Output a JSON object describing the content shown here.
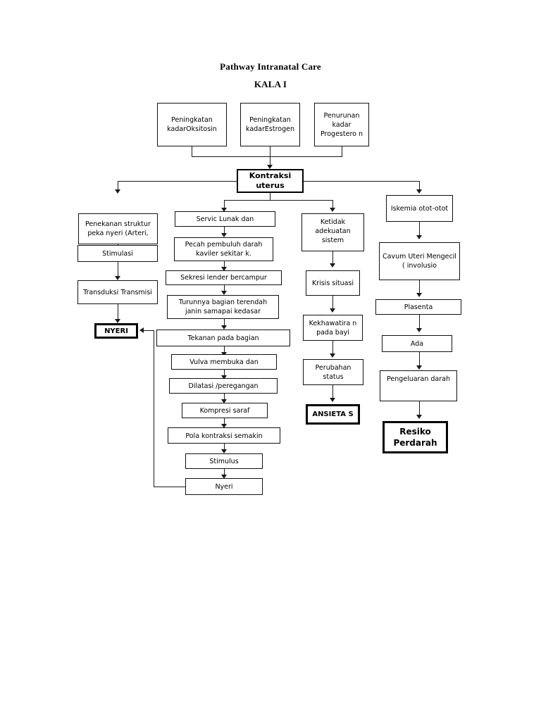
{
  "document": {
    "title": "Pathway Intranatal Care",
    "subtitle": "KALA I"
  },
  "nodes": {
    "oksitosin": {
      "label": "Peningkatan kadarOksitosin"
    },
    "estrogen": {
      "label": "Peningkatan kadarEstrogen"
    },
    "progesteron": {
      "label": "Penurunan kadar Progestero n"
    },
    "kontraksi": {
      "label": "Kontraksi uterus"
    },
    "penekanan": {
      "label": "Penekanan struktur peka nyeri (Arteri,"
    },
    "stimulasi": {
      "label": "Stimulasi"
    },
    "transduksi": {
      "label": "Transduksi Transmisi"
    },
    "nyeri_out": {
      "label": "NYERI"
    },
    "servic": {
      "label": "Servic Lunak dan"
    },
    "pecah": {
      "label": "Pecah pembuluh darah kaviler sekitar k."
    },
    "sekresi": {
      "label": "Sekresi lender bercampur"
    },
    "turunnya": {
      "label": "Turunnya bagian terendah janin samapai kedasar"
    },
    "tekanan": {
      "label": "Tekanan pada bagian"
    },
    "vulva": {
      "label": "Vulva membuka dan"
    },
    "dilatasi": {
      "label": "Dilatasi /peregangan"
    },
    "kompresi": {
      "label": "Kompresi saraf"
    },
    "pola": {
      "label": "Pola kontraksi semakin"
    },
    "stimulus": {
      "label": "Stimulus"
    },
    "nyeri_loop": {
      "label": "Nyeri"
    },
    "ketidak": {
      "label": "Ketidak adekuatan sistem"
    },
    "krisis": {
      "label": "Krisis situasi"
    },
    "kekhawatiran": {
      "label": "Kekhawatira n pada bayi"
    },
    "perubahan": {
      "label": "Perubahan status"
    },
    "ansietas": {
      "label": "ANSIETA S"
    },
    "iskemia": {
      "label": "Iskemia otot-otot"
    },
    "cavum": {
      "label": "Cavum Uteri Mengecil ( involusio"
    },
    "plasenta": {
      "label": "Plasenta"
    },
    "ada": {
      "label": "Ada"
    },
    "pengeluaran": {
      "label": "Pengeluaran darah"
    },
    "resiko": {
      "label": "Resiko Perdarah"
    }
  }
}
